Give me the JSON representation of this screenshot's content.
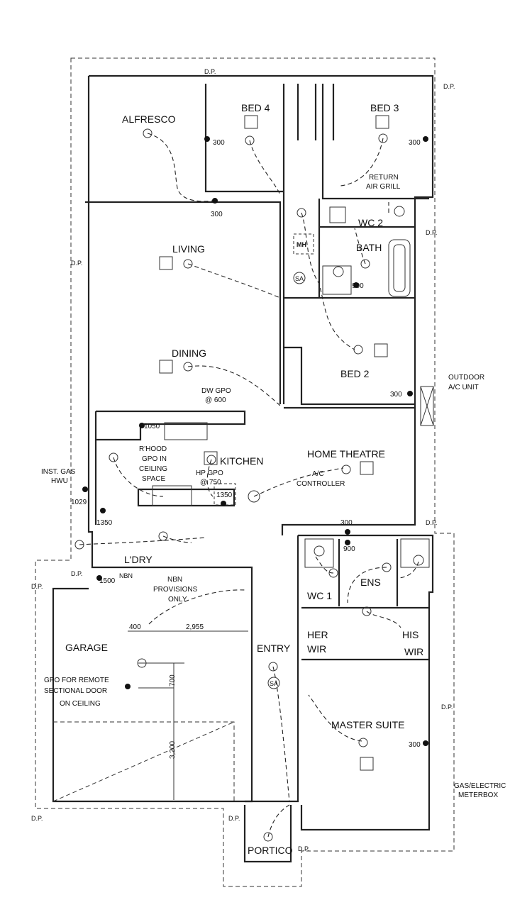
{
  "rooms": {
    "alfresco": "ALFRESCO",
    "bed4": "BED 4",
    "bed3": "BED 3",
    "living": "LIVING",
    "dining": "DINING",
    "kitchen": "KITCHEN",
    "bed2": "BED 2",
    "wc2": "WC 2",
    "bath": "BATH",
    "home_theatre": "HOME THEATRE",
    "ldry": "L'DRY",
    "garage": "GARAGE",
    "entry": "ENTRY",
    "wc1": "WC 1",
    "ens": "ENS",
    "her_wir": [
      "HER",
      "WIR"
    ],
    "his_wir": [
      "HIS",
      "WIR"
    ],
    "master_suite": "MASTER SUITE",
    "portico": "PORTICO"
  },
  "labels": {
    "return_air": [
      "RETURN",
      "AIR GRILL"
    ],
    "mh": "MH",
    "sa": "SA",
    "outdoor_ac": [
      "OUTDOOR",
      "A/C UNIT"
    ],
    "dw_gpo": [
      "DW GPO",
      "@ 600"
    ],
    "rhood": [
      "R'HOOD",
      "GPO IN",
      "CEILING",
      "SPACE"
    ],
    "hp_gpo": [
      "HP GPO",
      "@ 750"
    ],
    "ac_controller": [
      "A/C",
      "CONTROLLER"
    ],
    "inst_gas": [
      "INST. GAS",
      "HWU"
    ],
    "nbn_provisions": [
      "NBN",
      "PROVISIONS",
      "ONLY"
    ],
    "nbn": "NBN",
    "gpo_remote": [
      "GPO FOR REMOTE",
      "SECTIONAL DOOR",
      "ON CEILING"
    ],
    "gas_meter": [
      "GAS/ELECTRIC",
      "METERBOX"
    ],
    "dp": "D.P."
  },
  "dimensions": {
    "d300": "300",
    "d900": "900",
    "d1050": "1050",
    "d1350": "1350",
    "d1029": "1029",
    "d1500": "1500",
    "d400": "400",
    "d2955": "2,955",
    "d700": "700",
    "d3200": "3,200"
  }
}
